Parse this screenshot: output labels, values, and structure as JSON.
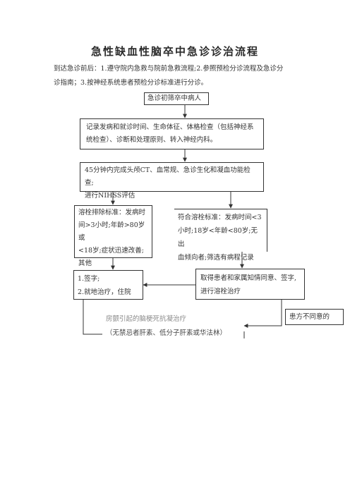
{
  "title": "急性缺血性脑卒中急诊诊治流程",
  "intro": {
    "line1": "到达急诊前后：1.遵守院内急救与院前急救流程;2.参照预检分诊流程及急诊分",
    "line2": "诊指南；3.按神经系统患者预检分诊标准进行分诊。"
  },
  "nodes": {
    "start": "急诊初筛卒中病人",
    "record": {
      "line1": "记录发病和就诊时间、生命体征、体格检查（包括神经系",
      "line2": "统检查）、诊断和处理原则、转入神经内科。"
    },
    "ct": {
      "line1": "45分钟内完成头颅CT、血常规、急诊生化和凝血功能检查;",
      "line2": "进行NIHSS评估"
    },
    "exclude": {
      "line1": "溶栓排除标准：发病时",
      "line2": "间>3小时;年龄>80岁或",
      "line3": "<18岁;症状迅速改善;",
      "line4": "其他"
    },
    "eligible": {
      "line1": "符合溶栓标准：发病时间<3",
      "line2": "小时;18岁<年龄<80岁;无出",
      "line3": "血倾向者;筛选有病程记录"
    },
    "sign": {
      "line1": "1.签字;",
      "line2": "2.就地治疗，住院"
    },
    "consent": {
      "line1": "取得患者和家属知情同意、签字,",
      "line2": "进行溶栓治疗"
    },
    "refuse": "患方不同意的",
    "anticoag": {
      "line1": "房颤引起的脑梗死抗凝治疗",
      "line2": "（无禁忌者肝素、低分子肝素或华法林）"
    }
  }
}
